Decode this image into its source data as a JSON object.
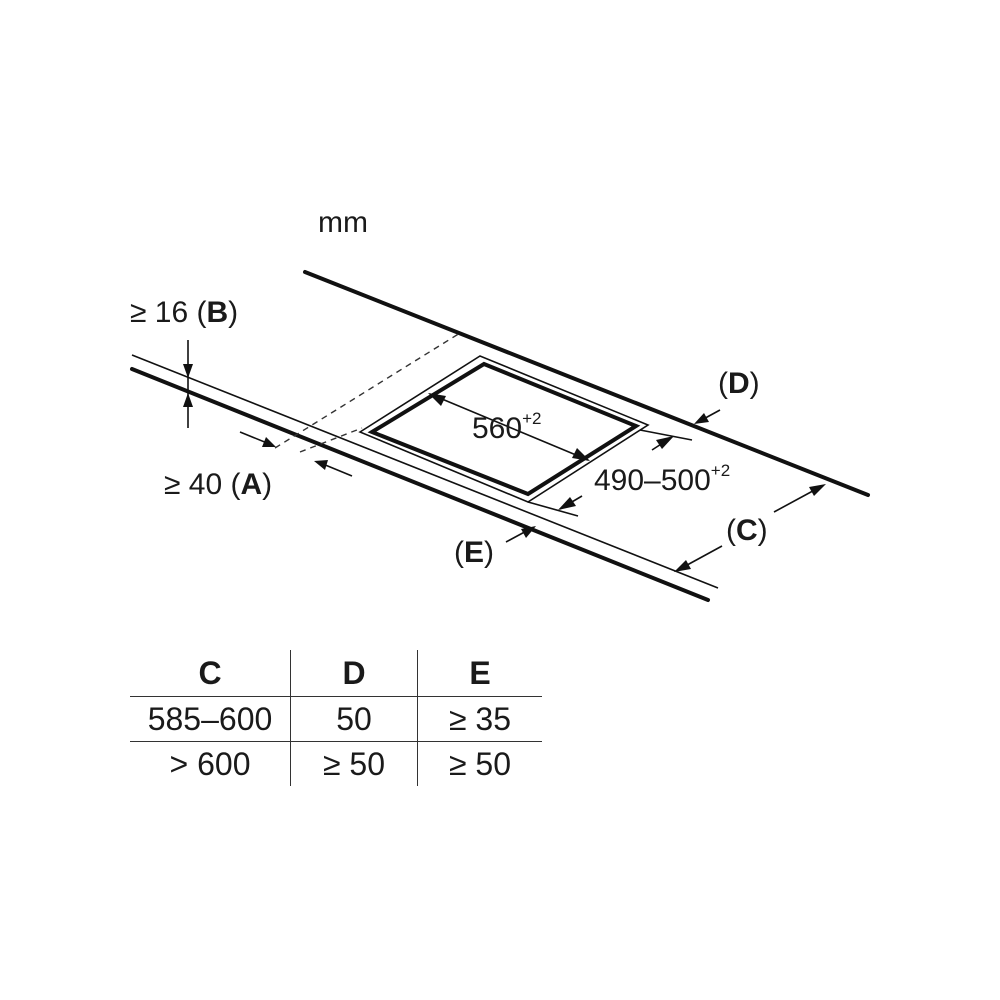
{
  "diagram": {
    "unit_label": "mm",
    "labels": {
      "b": {
        "prefix": "≥ 16 (",
        "letter": "B",
        "suffix": ")"
      },
      "a": {
        "prefix": "≥ 40 (",
        "letter": "A",
        "suffix": ")"
      },
      "d": {
        "prefix": "(",
        "letter": "D",
        "suffix": ")"
      },
      "c": {
        "prefix": "(",
        "letter": "C",
        "suffix": ")"
      },
      "e": {
        "prefix": "(",
        "letter": "E",
        "suffix": ")"
      },
      "width": {
        "value": "560",
        "tolerance": "+2"
      },
      "depth": {
        "value": "490–500",
        "tolerance": "+2"
      }
    }
  },
  "table": {
    "headers": [
      "C",
      "D",
      "E"
    ],
    "rows": [
      [
        "585–600",
        "50",
        "≥ 35"
      ],
      [
        "> 600",
        "≥ 50",
        "≥ 50"
      ]
    ]
  }
}
